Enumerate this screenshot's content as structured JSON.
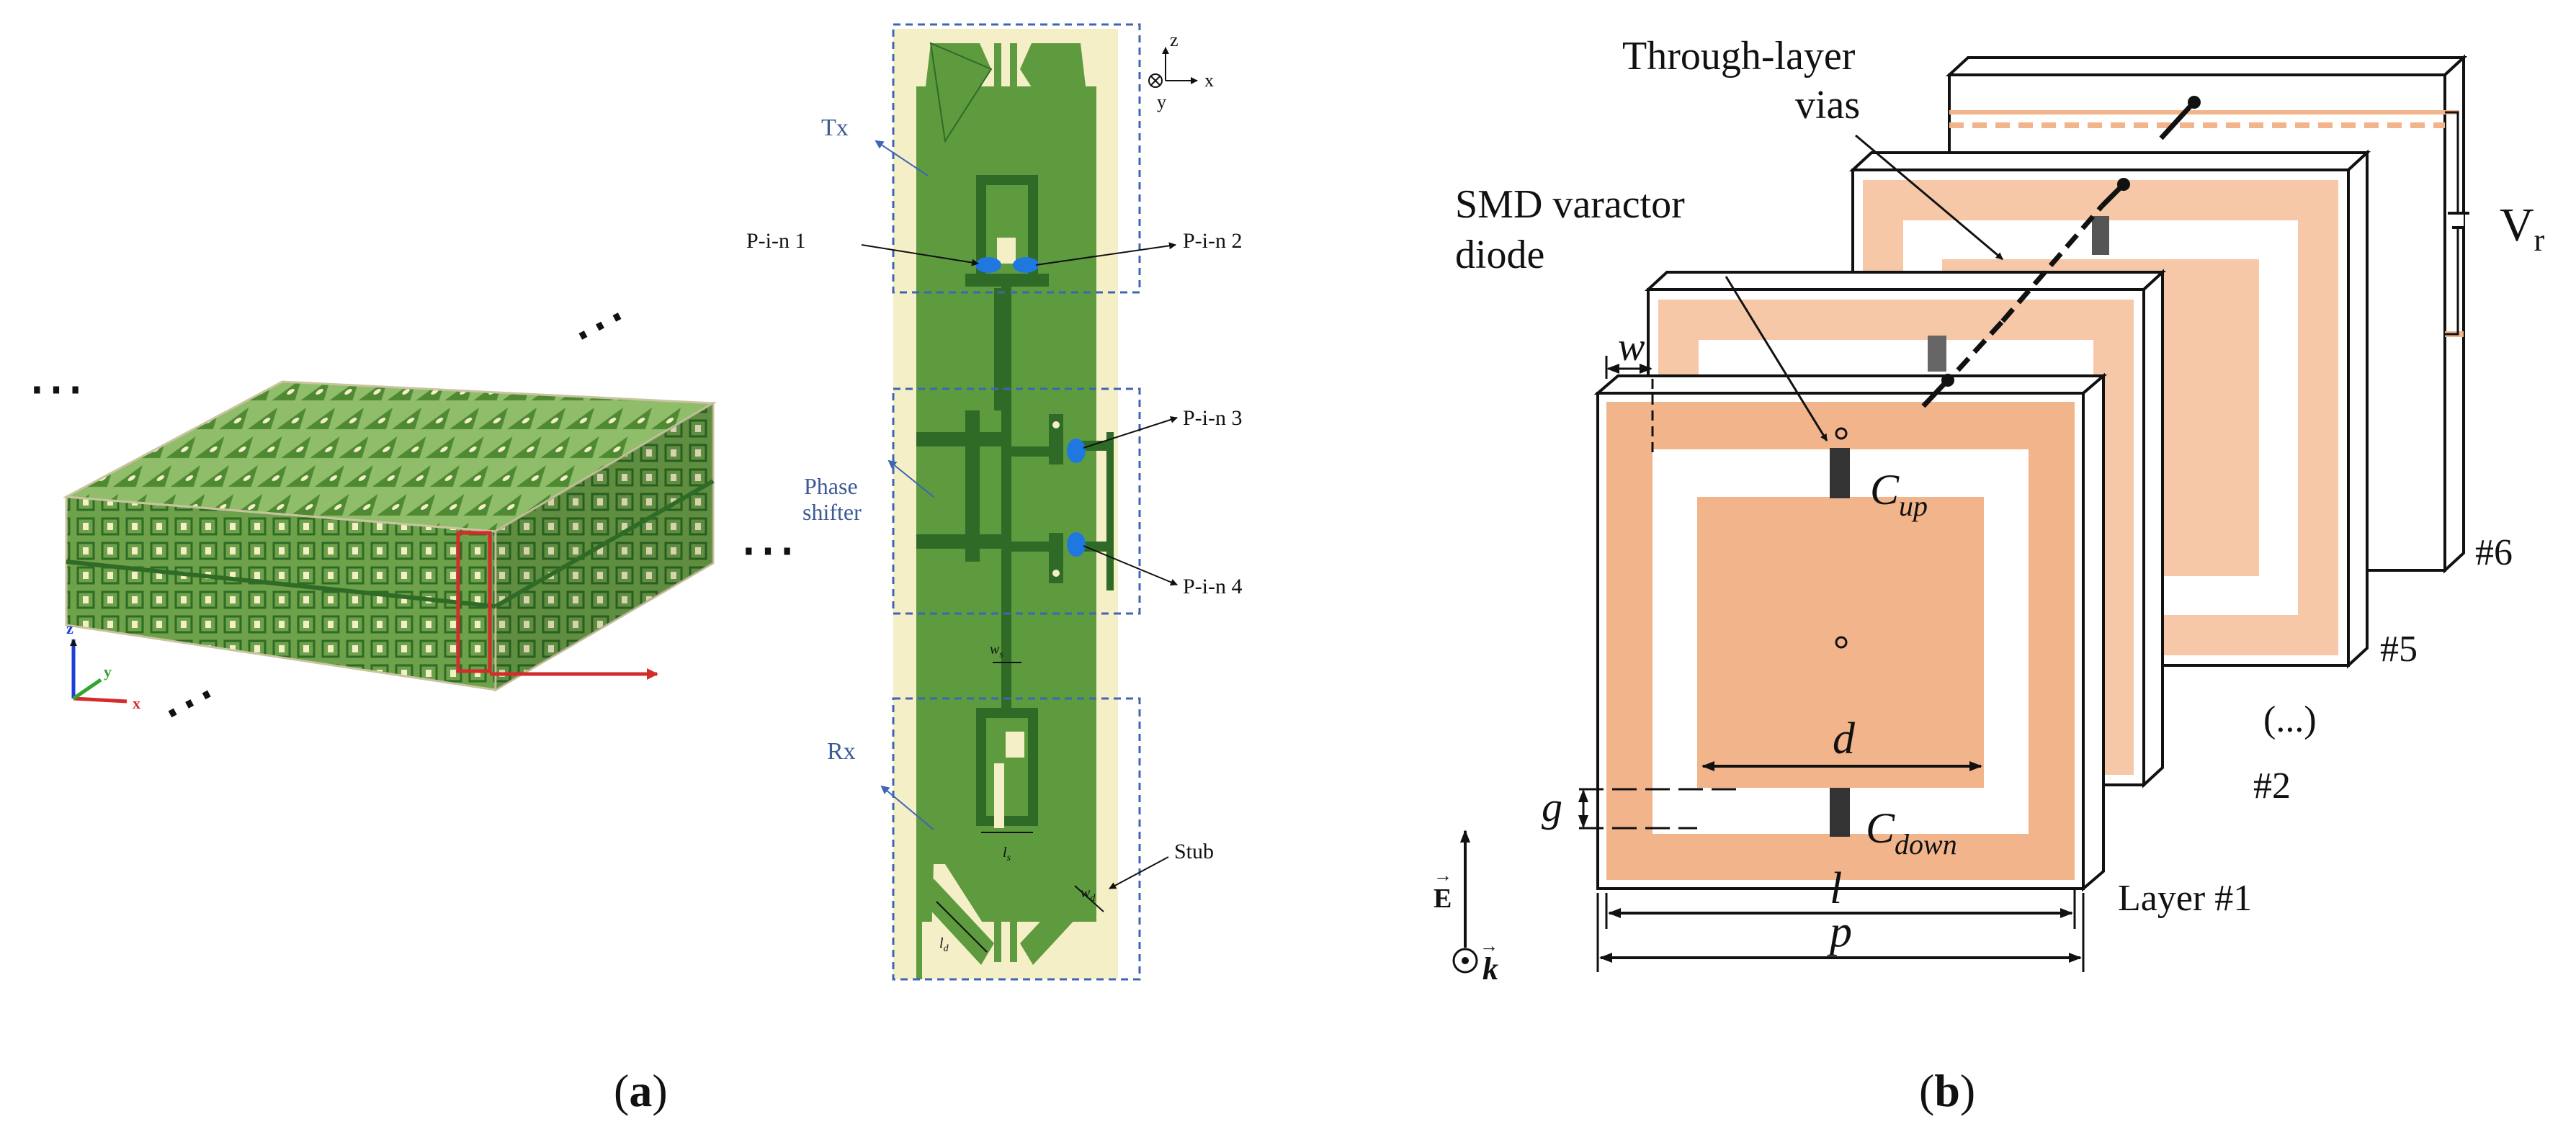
{
  "panel_a": {
    "caption": "(a)",
    "ellipsis_glyph": "⋯",
    "axes_3d": {
      "x": "x",
      "y": "y",
      "z": "z"
    },
    "unit_cell": {
      "axes": {
        "x": "x",
        "y": "y",
        "z": "z"
      },
      "regions": {
        "tx": "Tx",
        "phase_shifter_line1": "Phase",
        "phase_shifter_line2": "shifter",
        "rx": "Rx"
      },
      "diodes": [
        "P-i-n 1",
        "P-i-n 2",
        "P-i-n 3",
        "P-i-n 4"
      ],
      "stub": "Stub",
      "dims": {
        "w_main": "w",
        "w_sub": "s",
        "l_main": "l",
        "l_sub": "s",
        "ld_main": "l",
        "ld_sub": "d",
        "wd_main": "w",
        "wd_sub": "d"
      }
    },
    "colors": {
      "substrate": "#f5efc8",
      "copper_green": "#5e9a3e",
      "dark_trace": "#2f6b26",
      "dashed_box": "#3f65b5",
      "diode_blue": "#1e78e0",
      "highlight_red": "#d42b2b"
    }
  },
  "panel_b": {
    "caption": "(b)",
    "labels": {
      "through_layer_line1": "Through-layer",
      "through_layer_line2": "vias",
      "smd_line1": "SMD varactor",
      "smd_line2": "diode",
      "vr_main": "V",
      "vr_sub": "r",
      "w": "w",
      "g": "g",
      "d": "d",
      "l": "l",
      "p": "p",
      "c_up_main": "C",
      "c_up_sub": "up",
      "c_down_main": "C",
      "c_down_sub": "down",
      "layer1": "Layer #1",
      "layer2": "#2",
      "ellipsis": "(...)",
      "layer5": "#5",
      "layer6": "#6",
      "e_field": "E",
      "k_vector": "k",
      "vec_arrow": "→"
    },
    "colors": {
      "copper": "#f2b48a",
      "copper_light": "#f6c8a8",
      "frame": "#111111",
      "bias_line": "#f2b48a"
    }
  }
}
